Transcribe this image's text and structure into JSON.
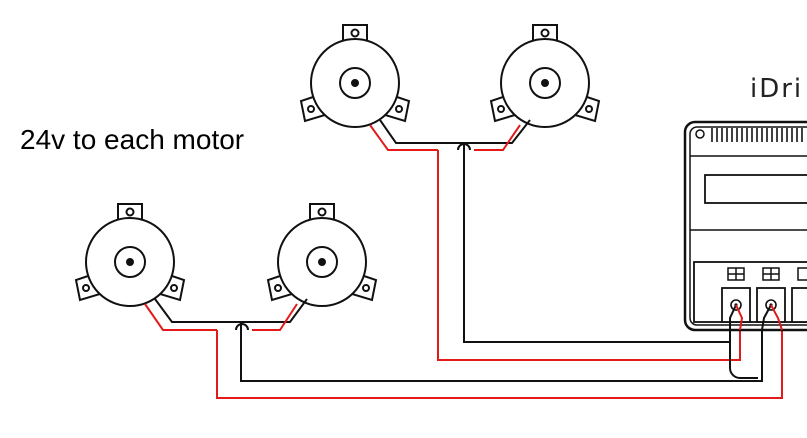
{
  "annotation": {
    "text": "24v to each motor"
  },
  "controller": {
    "label": "iDri"
  },
  "colors": {
    "black_wire": "#000000",
    "red_wire": "#e21a1a",
    "outline": "#111111",
    "background": "#ffffff"
  },
  "motors": [
    {
      "name": "motor-top-left"
    },
    {
      "name": "motor-top-right"
    },
    {
      "name": "motor-bottom-left"
    },
    {
      "name": "motor-bottom-right"
    }
  ]
}
